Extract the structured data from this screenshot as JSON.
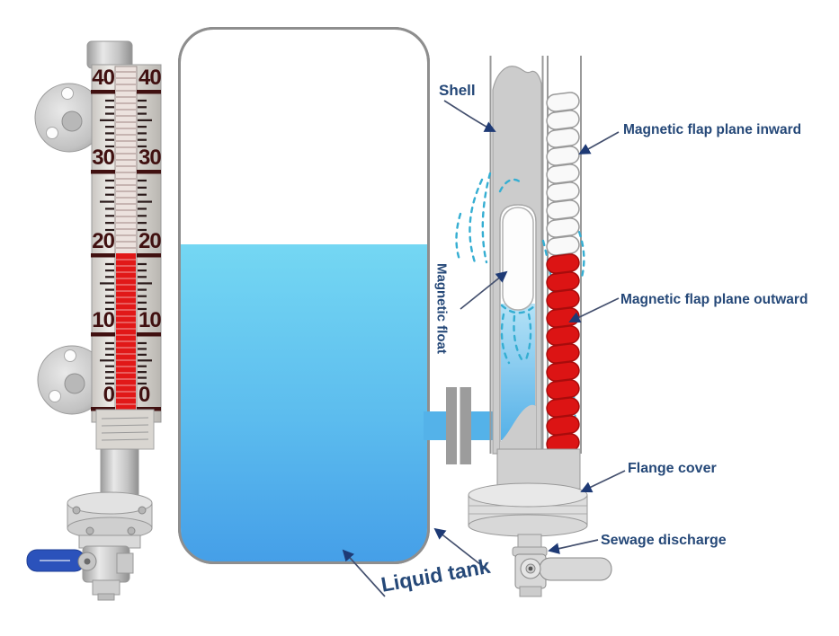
{
  "diagram": {
    "labels": {
      "shell": "Shell",
      "flap_inward": "Magnetic flap plane inward",
      "magnetic_float": "Magnetic float",
      "flap_outward": "Magnetic flap plane outward",
      "flange_cover": "Flange cover",
      "sewage_discharge": "Sewage discharge",
      "liquid_tank": "Liquid tank"
    },
    "gauge_scale": {
      "values": [
        "40",
        "30",
        "20",
        "10",
        "0"
      ]
    },
    "colors": {
      "label_text": "#254878",
      "flap_red": "#dc1414",
      "flap_white": "#f9f9f9",
      "indicator_red": "#e11818",
      "liquid_top": "#74d7f3",
      "liquid_bottom": "#459fe8",
      "field_line": "#35aed2",
      "scale_text": "#401010"
    }
  }
}
